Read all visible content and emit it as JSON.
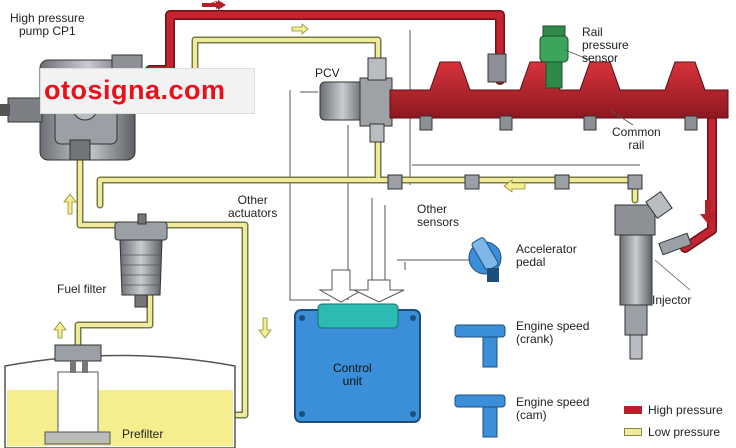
{
  "labels": {
    "pump_line1": "High pressure",
    "pump_line2": "pump CP1",
    "pcv": "PCV",
    "rail_line1": "Rail",
    "rail_line2": "pressure",
    "rail_line3": "sensor",
    "common_line1": "Common",
    "common_line2": "rail",
    "actuators_line1": "Other",
    "actuators_line2": "actuators",
    "sensors_line1": "Other",
    "sensors_line2": "sensors",
    "accel_line1": "Accelerator",
    "accel_line2": "pedal",
    "fuel_filter": "Fuel filter",
    "injector": "Injector",
    "control_line1": "Control",
    "control_line2": "unit",
    "crank_line1": "Engine speed",
    "crank_line2": "(crank)",
    "cam_line1": "Engine speed",
    "cam_line2": "(cam)",
    "prefilter": "Prefilter"
  },
  "watermark": "otosigna.com",
  "legend": {
    "high": "High pressure",
    "low": "Low pressure"
  },
  "colors": {
    "high_pressure": "#b5202a",
    "low_pressure": "#f0eb9c",
    "control_unit": "#3a8fd8",
    "tank_fuel": "#f4ee8e"
  }
}
